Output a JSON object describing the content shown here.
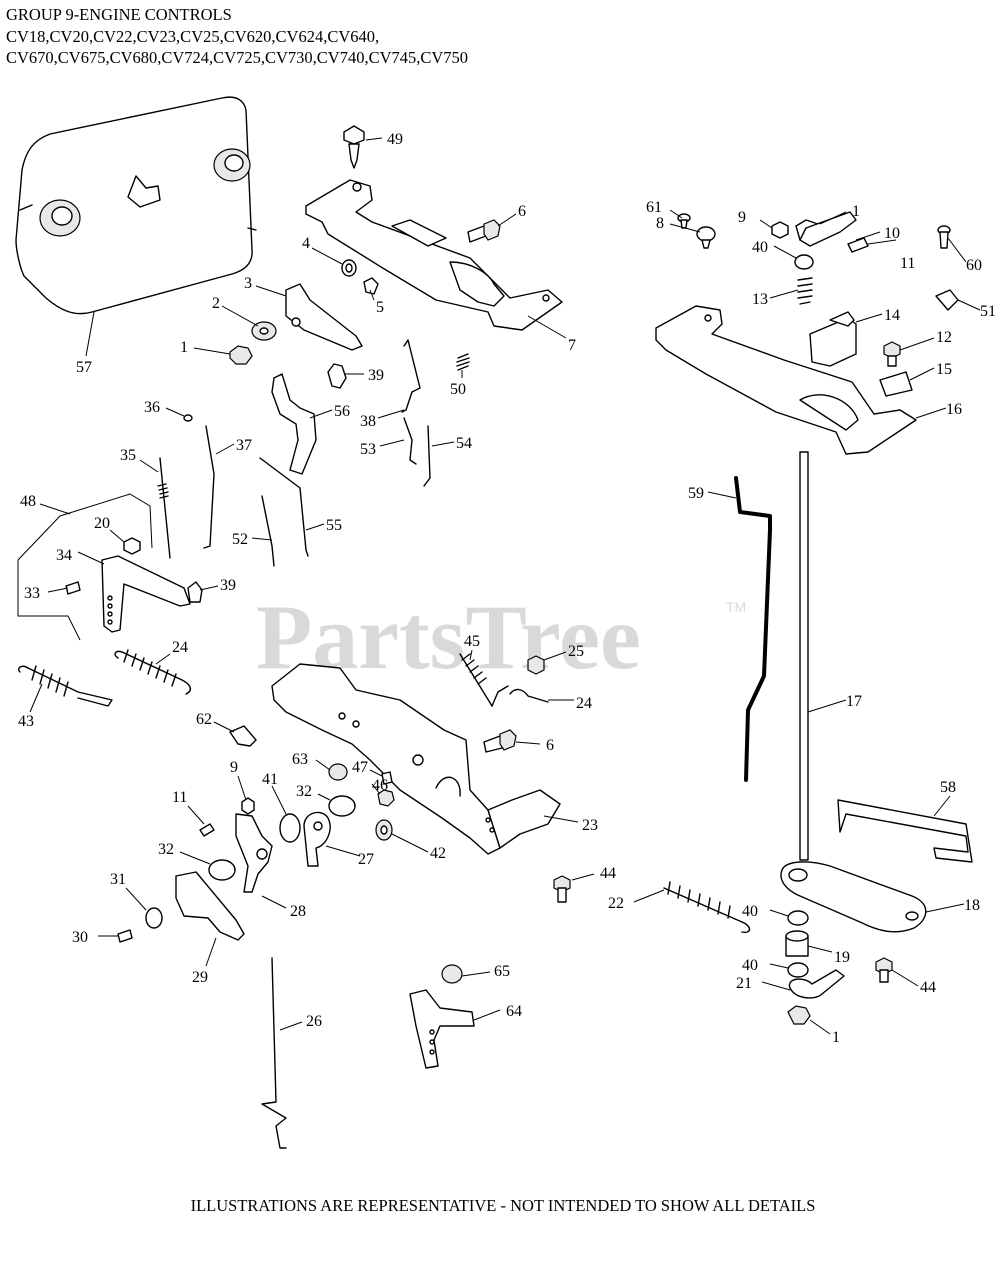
{
  "header": {
    "line1": "GROUP 9-ENGINE CONTROLS",
    "line2": "CV18,CV20,CV22,CV23,CV25,CV620,CV624,CV640,",
    "line3": "CV670,CV675,CV680,CV724,CV725,CV730,CV740,CV745,CV750"
  },
  "watermark": {
    "text": "PartsTree",
    "tm": "TM"
  },
  "footer": {
    "text": "ILLUSTRATIONS ARE REPRESENTATIVE - NOT INTENDED TO SHOW ALL DETAILS"
  },
  "labels": [
    {
      "text": "49"
    },
    {
      "text": "6"
    },
    {
      "text": "7"
    },
    {
      "text": "5"
    },
    {
      "text": "4"
    },
    {
      "text": "3"
    },
    {
      "text": "2"
    },
    {
      "text": "1"
    },
    {
      "text": "39"
    },
    {
      "text": "50"
    },
    {
      "text": "38"
    },
    {
      "text": "56"
    },
    {
      "text": "57"
    },
    {
      "text": "36"
    },
    {
      "text": "37"
    },
    {
      "text": "53"
    },
    {
      "text": "54"
    },
    {
      "text": "35"
    },
    {
      "text": "48"
    },
    {
      "text": "20"
    },
    {
      "text": "34"
    },
    {
      "text": "33"
    },
    {
      "text": "52"
    },
    {
      "text": "55"
    },
    {
      "text": "39"
    },
    {
      "text": "24"
    },
    {
      "text": "43"
    },
    {
      "text": "45"
    },
    {
      "text": "25"
    },
    {
      "text": "24"
    },
    {
      "text": "62"
    },
    {
      "text": "6"
    },
    {
      "text": "63"
    },
    {
      "text": "47"
    },
    {
      "text": "9"
    },
    {
      "text": "41"
    },
    {
      "text": "32"
    },
    {
      "text": "46"
    },
    {
      "text": "11"
    },
    {
      "text": "23"
    },
    {
      "text": "42"
    },
    {
      "text": "27"
    },
    {
      "text": "32"
    },
    {
      "text": "31"
    },
    {
      "text": "28"
    },
    {
      "text": "30"
    },
    {
      "text": "29"
    },
    {
      "text": "44"
    },
    {
      "text": "22"
    },
    {
      "text": "26"
    },
    {
      "text": "65"
    },
    {
      "text": "64"
    },
    {
      "text": "61"
    },
    {
      "text": "9"
    },
    {
      "text": "1"
    },
    {
      "text": "10"
    },
    {
      "text": "8"
    },
    {
      "text": "11"
    },
    {
      "text": "60"
    },
    {
      "text": "40"
    },
    {
      "text": "13"
    },
    {
      "text": "51"
    },
    {
      "text": "14"
    },
    {
      "text": "12"
    },
    {
      "text": "15"
    },
    {
      "text": "16"
    },
    {
      "text": "59"
    },
    {
      "text": "17"
    },
    {
      "text": "58"
    },
    {
      "text": "40"
    },
    {
      "text": "18"
    },
    {
      "text": "19"
    },
    {
      "text": "40"
    },
    {
      "text": "21"
    },
    {
      "text": "44"
    },
    {
      "text": "1"
    }
  ]
}
